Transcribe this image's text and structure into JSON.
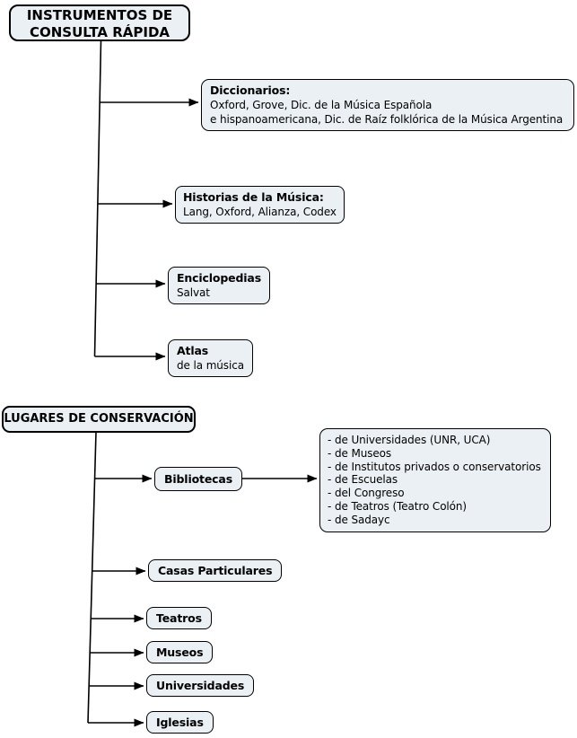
{
  "colors": {
    "background": "#ffffff",
    "node_fill": "#eaf0f4",
    "node_border": "#000000",
    "connector": "#000000",
    "text": "#000000"
  },
  "section_instrumentos": {
    "root_label": "INSTRUMENTOS DE\nCONSULTA RÁPIDA",
    "nodes": {
      "diccionarios": {
        "title": "Diccionarios:",
        "body": "Oxford, Grove, Dic. de la Música Española\ne hispanoamericana, Dic. de Raíz folklórica de la Música Argentina"
      },
      "historias": {
        "title": "Historias de la Música:",
        "body": "Lang, Oxford, Alianza, Codex"
      },
      "enciclopedias": {
        "title": "Enciclopedias",
        "body": "Salvat"
      },
      "atlas": {
        "title": "Atlas",
        "body": "de la música"
      }
    }
  },
  "section_lugares": {
    "root_label": "LUGARES DE CONSERVACIÓN",
    "nodes": {
      "bibliotecas": {
        "title": "Bibliotecas"
      },
      "casas_particulares": {
        "title": "Casas Particulares"
      },
      "teatros": {
        "title": "Teatros"
      },
      "museos": {
        "title": "Museos"
      },
      "universidades": {
        "title": "Universidades"
      },
      "iglesias": {
        "title": "Iglesias"
      }
    },
    "bibliotecas_detail_items": [
      "- de Universidades (UNR, UCA)",
      "- de Museos",
      "- de Institutos privados o conservatorios",
      "- de Escuelas",
      "- del Congreso",
      "- de Teatros (Teatro Colón)",
      "- de Sadayc"
    ]
  }
}
